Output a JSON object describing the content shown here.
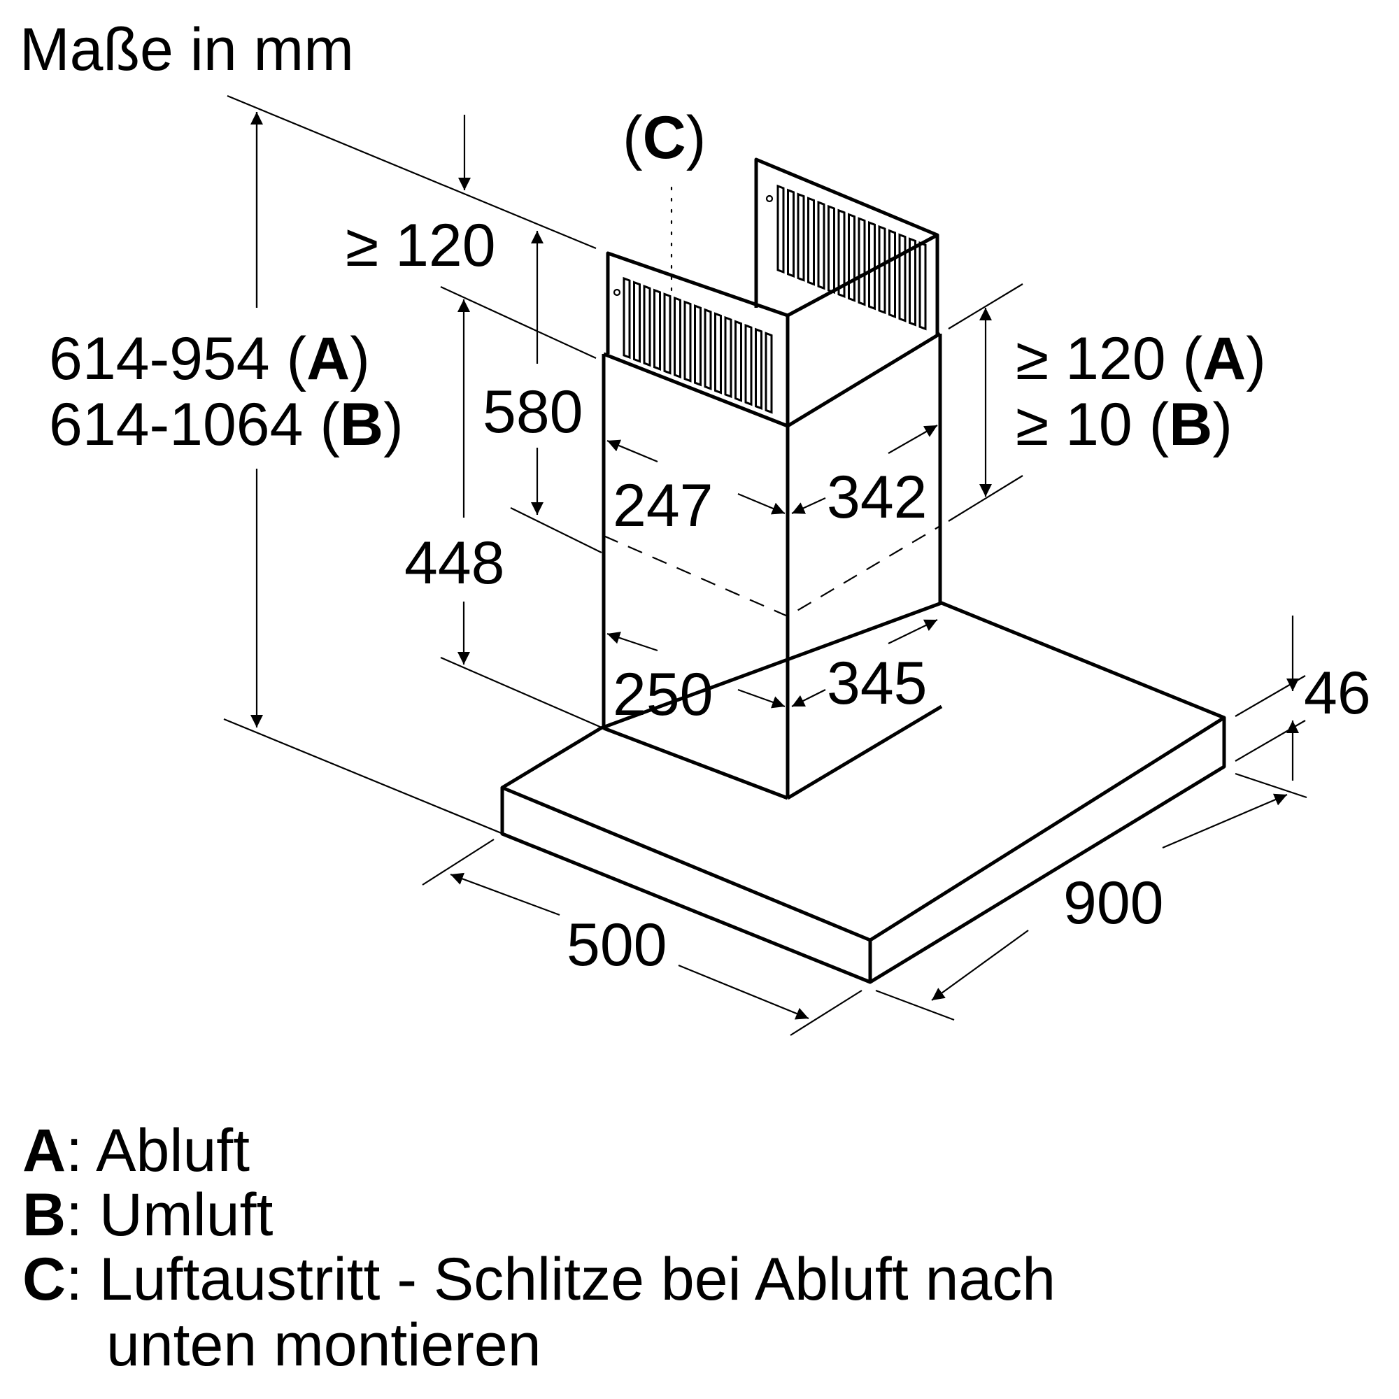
{
  "title": "Maße in mm",
  "dimensions": {
    "total_height_a": "614-954 (",
    "total_height_a_mark": "A",
    "total_height_b": "614-1064 (",
    "total_height_b_mark": "B",
    "close_paren": ")",
    "ceiling_gap": "≥ 120",
    "upper_chimney": "580",
    "lower_chimney": "448",
    "top_gap_a": "≥ 120 (",
    "top_gap_a_mark": "A",
    "top_gap_b": "≥ 10 (",
    "top_gap_b_mark": "B",
    "upper_width_left": "247",
    "upper_width_right": "342",
    "lower_width_left": "250",
    "lower_width_right": "345",
    "depth": "500",
    "width": "900",
    "thickness": "46",
    "vent_label_open": "(",
    "vent_label_mark": "C",
    "vent_label_close": ")"
  },
  "legend": [
    {
      "key": "A",
      "text": ": Abluft"
    },
    {
      "key": "B",
      "text": ": Umluft"
    },
    {
      "key": "C",
      "text": ": Luftaustritt - Schlitze bei Abluft nach",
      "text2": "unten montieren"
    }
  ]
}
